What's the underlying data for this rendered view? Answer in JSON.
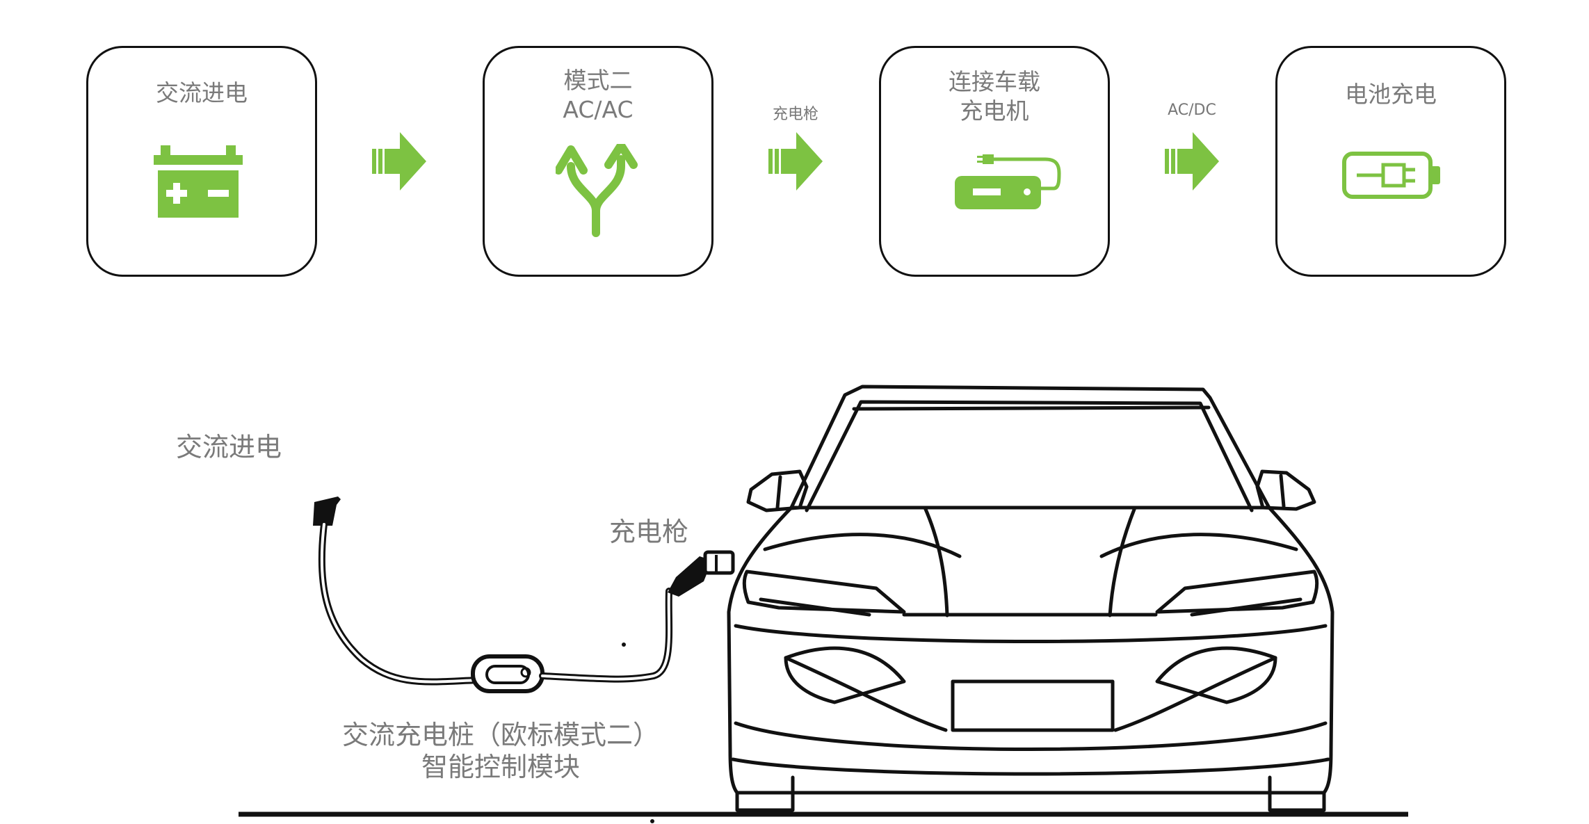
{
  "flow": {
    "steps": [
      {
        "title": "交流进电",
        "icon": "battery-plus-minus-icon"
      },
      {
        "title": "模式二\nAC/AC",
        "icon": "split-arrows-icon"
      },
      {
        "title": "连接车载\n充电机",
        "icon": "power-bank-cable-icon"
      },
      {
        "title": "电池充电",
        "icon": "battery-plug-icon"
      }
    ],
    "arrows": [
      {
        "label": ""
      },
      {
        "label": "充电枪"
      },
      {
        "label": "AC/DC"
      }
    ]
  },
  "scene": {
    "ac_input_label": "交流进电",
    "charging_gun_label": "充电枪",
    "module_label_line1": "交流充电桩（欧标模式二）",
    "module_label_line2": "智能控制模块"
  },
  "colors": {
    "accent_green": "#7DC242",
    "outline": "#111111",
    "text_gray": "#7a7a7a"
  }
}
